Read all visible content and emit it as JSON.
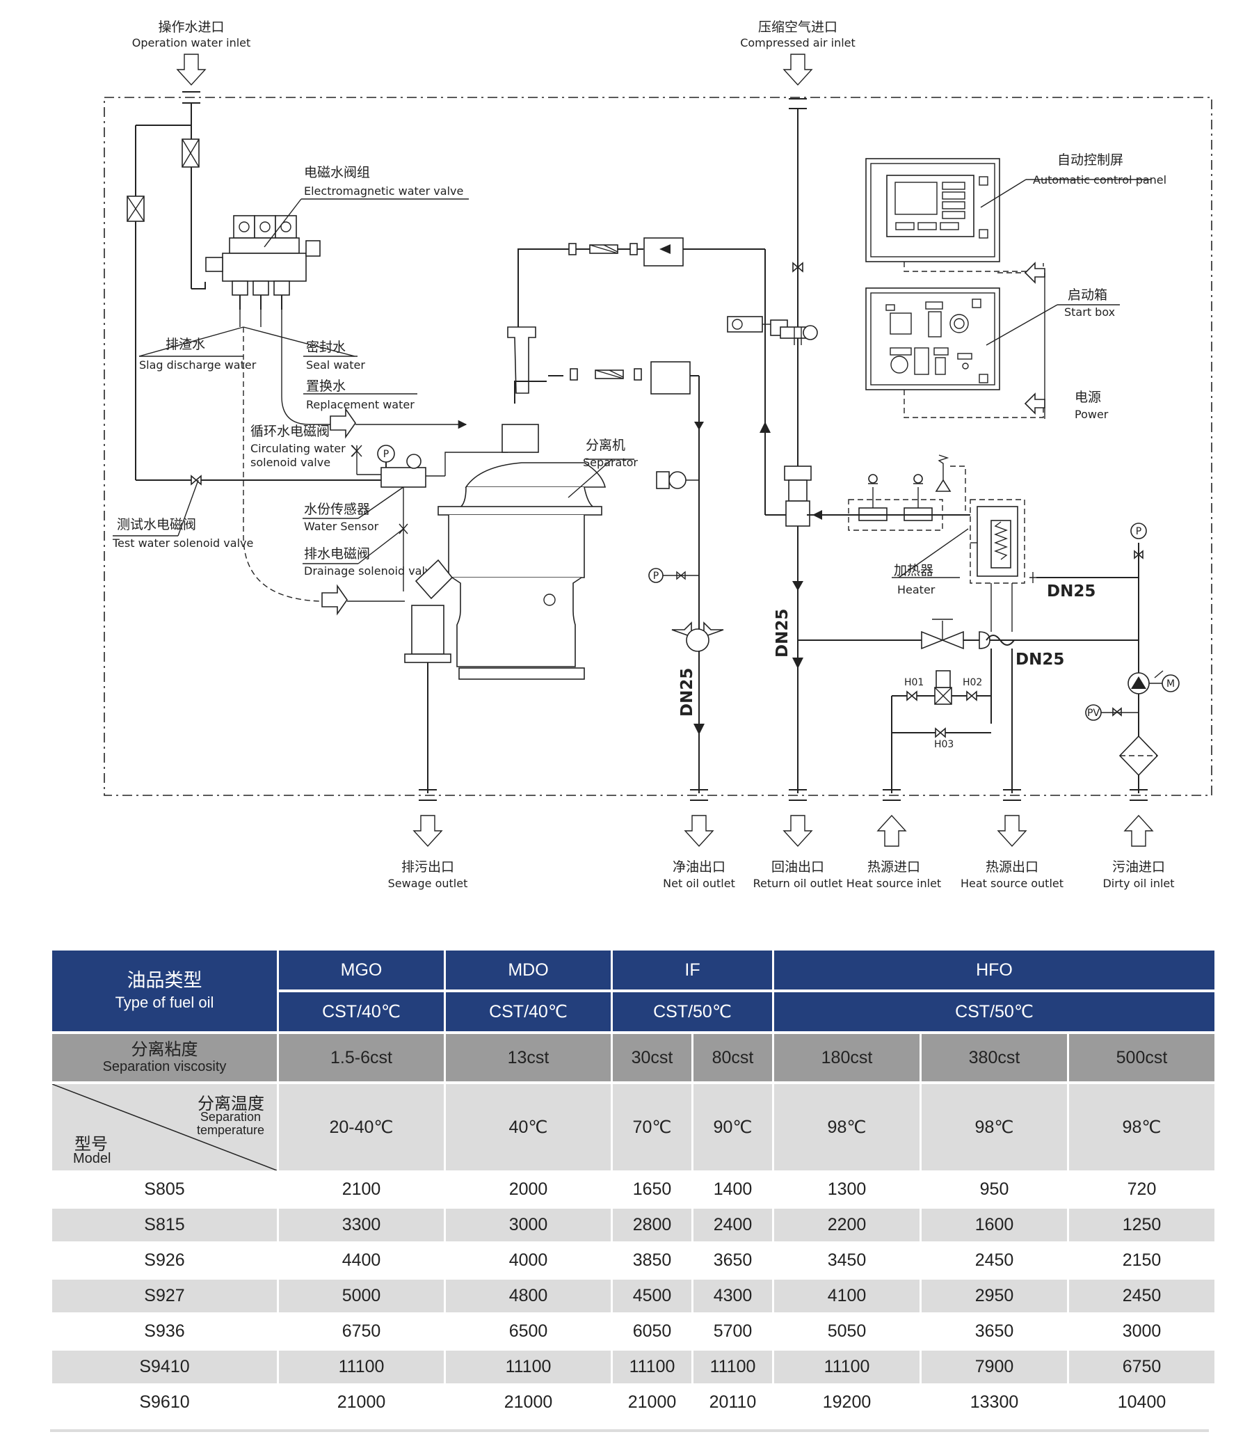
{
  "diagram": {
    "operation_water_inlet": {
      "zh": "操作水进口",
      "en": "Operation water inlet"
    },
    "compressed_air_inlet": {
      "zh": "压缩空气进口",
      "en": "Compressed air inlet"
    },
    "em_water_valve": {
      "zh": "电磁水阀组",
      "en": "Electromagnetic water valve"
    },
    "control_panel": {
      "zh": "自动控制屏",
      "en": "Automatic control panel"
    },
    "start_box": {
      "zh": "启动箱",
      "en": "Start box"
    },
    "power": {
      "zh": "电源",
      "en": "Power"
    },
    "slag_water": {
      "zh": "排渣水",
      "en": "Slag discharge water"
    },
    "seal_water": {
      "zh": "密封水",
      "en": "Seal water"
    },
    "replacement_water": {
      "zh": "置换水",
      "en": "Replacement water"
    },
    "circulating_valve": {
      "zh": "循环水电磁阀",
      "en": "Circulating water",
      "en2": "solenoid valve"
    },
    "separator": {
      "zh": "分离机",
      "en": "Separator"
    },
    "test_valve": {
      "zh": "测试水电磁阀",
      "en": "Test water solenoid valve"
    },
    "water_sensor": {
      "zh": "水份传感器",
      "en": "Water Sensor"
    },
    "drain_valve": {
      "zh": "排水电磁阀",
      "en": "Drainage solenoid valve"
    },
    "heater": {
      "zh": "加热器",
      "en": "Heater"
    },
    "dn25": "DN25",
    "h01": "H01",
    "h02": "H02",
    "h03": "H03",
    "pv": "PV",
    "p": "P",
    "outlets": [
      {
        "zh": "排污出口",
        "en": "Sewage outlet"
      },
      {
        "zh": "净油出口",
        "en": "Net oil outlet"
      },
      {
        "zh": "回油出口",
        "en": "Return oil outlet"
      },
      {
        "zh": "热源进口",
        "en": "Heat source inlet"
      },
      {
        "zh": "热源出口",
        "en": "Heat source outlet"
      },
      {
        "zh": "污油进口",
        "en": "Dirty oil inlet"
      }
    ]
  },
  "table": {
    "type_label": {
      "zh": "油品类型",
      "en": "Type of fuel oil"
    },
    "fuel_types": [
      "MGO",
      "MDO",
      "IF",
      "HFO"
    ],
    "units": [
      "CST/40℃",
      "CST/40℃",
      "CST/50℃",
      "CST/50℃"
    ],
    "visc_label": {
      "zh": "分离粘度",
      "en": "Separation viscosity"
    },
    "viscosities": [
      "1.5-6cst",
      "13cst",
      "30cst",
      "80cst",
      "180cst",
      "380cst",
      "500cst"
    ],
    "temp_label": {
      "zh": "分离温度",
      "en1": "Separation",
      "en2": "temperature"
    },
    "model_label": {
      "zh": "型号",
      "en": "Model"
    },
    "temperatures": [
      "20-40℃",
      "40℃",
      "70℃",
      "90℃",
      "98℃",
      "98℃",
      "98℃"
    ],
    "rows": [
      {
        "model": "S805",
        "values": [
          "2100",
          "2000",
          "1650",
          "1400",
          "1300",
          "950",
          "720"
        ]
      },
      {
        "model": "S815",
        "values": [
          "3300",
          "3000",
          "2800",
          "2400",
          "2200",
          "1600",
          "1250"
        ]
      },
      {
        "model": "S926",
        "values": [
          "4400",
          "4000",
          "3850",
          "3650",
          "3450",
          "2450",
          "2150"
        ]
      },
      {
        "model": "S927",
        "values": [
          "5000",
          "4800",
          "4500",
          "4300",
          "4100",
          "2950",
          "2450"
        ]
      },
      {
        "model": "S936",
        "values": [
          "6750",
          "6500",
          "6050",
          "5700",
          "5050",
          "3650",
          "3000"
        ]
      },
      {
        "model": "S9410",
        "values": [
          "11100",
          "11100",
          "11100",
          "11100",
          "11100",
          "7900",
          "6750"
        ]
      },
      {
        "model": "S9610",
        "values": [
          "21000",
          "21000",
          "21000",
          "20110",
          "19200",
          "13300",
          "10400"
        ]
      }
    ]
  },
  "colors": {
    "header_blue": "#233f7c",
    "viscosity_gray": "#9b9b9b",
    "row_gray": "#dcdcdc"
  }
}
